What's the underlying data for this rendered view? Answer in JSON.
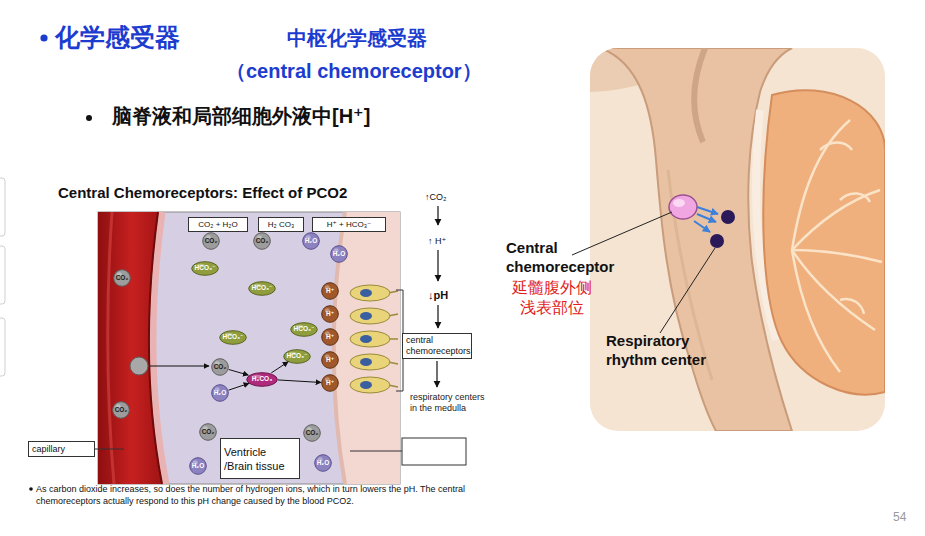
{
  "diagram": {
    "title": "化学感受器",
    "caption": "As carbon dioxide increases, so does the number of hydrogen ions, which in turn lowers the pH. The central chemoreceptors actually respond to this pH change caused by the blood PCO2.",
    "nodes": [
      {
        "text": [
          "CO₂ + H₂O"
        ]
      },
      {
        "text": [
          "H₂ CO₃"
        ]
      },
      {
        "text": [
          "H⁺ + HCO₃⁻"
        ]
      },
      {
        "text": [
          "CO₂"
        ]
      },
      {
        "text": [
          "CO₂"
        ]
      },
      {
        "text": [
          "H₂O"
        ]
      },
      {
        "text": [
          "H₂O"
        ]
      },
      {
        "text": [
          "HCO₃⁻"
        ]
      },
      {
        "text": [
          "CO₂"
        ]
      },
      {
        "text": [
          "HCO₃⁻"
        ]
      },
      {
        "text": [
          "H⁺"
        ]
      },
      {
        "text": [
          "H⁺"
        ]
      },
      {
        "text": [
          "HCO₃⁻"
        ]
      },
      {
        "text": [
          "HCO₃⁻"
        ]
      },
      {
        "text": [
          "H⁺"
        ]
      },
      {
        "text": [
          "HCO₃⁻"
        ]
      },
      {
        "text": [
          "H⁺"
        ]
      },
      {
        "text": [
          "CO₂"
        ]
      },
      {
        "text": [
          "H₂CO₃"
        ]
      },
      {
        "text": [
          "H⁺"
        ]
      },
      {
        "text": [
          "H₂O"
        ]
      },
      {
        "text": [
          "CO₂"
        ]
      },
      {
        "text": [
          "CO₂"
        ]
      },
      {
        "text": [
          "CO₂"
        ]
      },
      {
        "text": [
          "H₂O"
        ]
      },
      {
        "text": [
          "H₂O"
        ]
      },
      {
        "text": [
          "central chemoreceptors"
        ]
      },
      {
        "text": [
          "capillary"
        ]
      },
      {
        "text": [
          "Ventricle /Brain tissue"
        ]
      }
    ],
    "edges": [
      {
        "from": 17,
        "to": 18,
        "arrow": "to"
      },
      {
        "from": 20,
        "to": 18,
        "arrow": "to"
      },
      {
        "from": 18,
        "to": 15,
        "arrow": "to"
      },
      {
        "from": 18,
        "to": 19,
        "arrow": "to"
      }
    ],
    "labels": [
      "中枢化学感受器",
      "（central chemoreceptor）",
      "脑脊液和局部细胞外液中[H⁺]",
      "Central Chemoreceptors: Effect of PCO2",
      "↑CO₂",
      "↑ H⁺",
      "↓pH",
      "respiratory centers in the medulla",
      "Central chemoreceptor",
      "延髓腹外侧 浅表部位",
      "Respiratory rhythm center",
      "54"
    ]
  }
}
